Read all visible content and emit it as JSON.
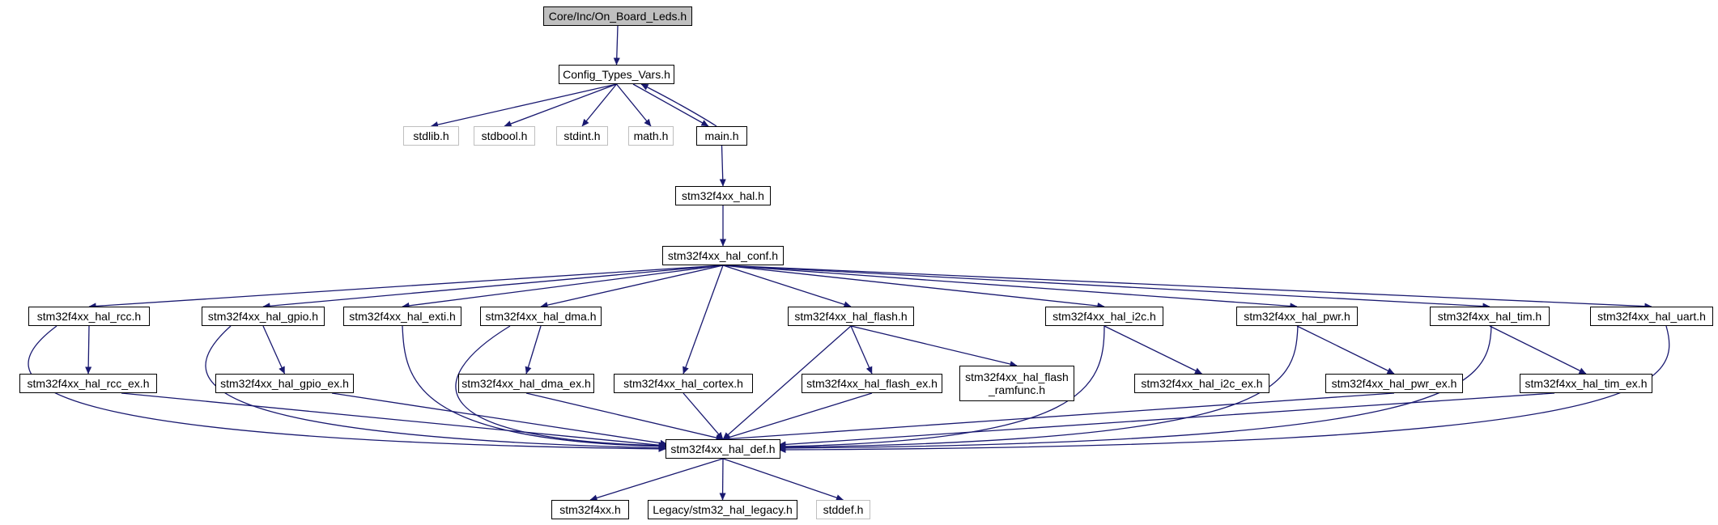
{
  "graph": {
    "colors": {
      "edge": "#191970",
      "node_border": "#000000",
      "external_border": "#bfbfbf",
      "root_fill": "#bfbfbf"
    },
    "nodes": {
      "on_board_leds": {
        "label": "Core/Inc/On_Board_Leds.h",
        "kind": "root"
      },
      "config_types_vars": {
        "label": "Config_Types_Vars.h",
        "kind": "local"
      },
      "stdlib": {
        "label": "stdlib.h",
        "kind": "external"
      },
      "stdbool": {
        "label": "stdbool.h",
        "kind": "external"
      },
      "stdint": {
        "label": "stdint.h",
        "kind": "external"
      },
      "math": {
        "label": "math.h",
        "kind": "external"
      },
      "main": {
        "label": "main.h",
        "kind": "local"
      },
      "hal": {
        "label": "stm32f4xx_hal.h",
        "kind": "local"
      },
      "hal_conf": {
        "label": "stm32f4xx_hal_conf.h",
        "kind": "local"
      },
      "hal_rcc": {
        "label": "stm32f4xx_hal_rcc.h",
        "kind": "local"
      },
      "hal_gpio": {
        "label": "stm32f4xx_hal_gpio.h",
        "kind": "local"
      },
      "hal_exti": {
        "label": "stm32f4xx_hal_exti.h",
        "kind": "local"
      },
      "hal_dma": {
        "label": "stm32f4xx_hal_dma.h",
        "kind": "local"
      },
      "hal_flash": {
        "label": "stm32f4xx_hal_flash.h",
        "kind": "local"
      },
      "hal_i2c": {
        "label": "stm32f4xx_hal_i2c.h",
        "kind": "local"
      },
      "hal_pwr": {
        "label": "stm32f4xx_hal_pwr.h",
        "kind": "local"
      },
      "hal_tim": {
        "label": "stm32f4xx_hal_tim.h",
        "kind": "local"
      },
      "hal_uart": {
        "label": "stm32f4xx_hal_uart.h",
        "kind": "local"
      },
      "hal_rcc_ex": {
        "label": "stm32f4xx_hal_rcc_ex.h",
        "kind": "local"
      },
      "hal_gpio_ex": {
        "label": "stm32f4xx_hal_gpio_ex.h",
        "kind": "local"
      },
      "hal_dma_ex": {
        "label": "stm32f4xx_hal_dma_ex.h",
        "kind": "local"
      },
      "hal_cortex": {
        "label": "stm32f4xx_hal_cortex.h",
        "kind": "local"
      },
      "hal_flash_ex": {
        "label": "stm32f4xx_hal_flash_ex.h",
        "kind": "local"
      },
      "hal_flash_ramfunc": {
        "label": "stm32f4xx_hal_flash\n_ramfunc.h",
        "kind": "local"
      },
      "hal_i2c_ex": {
        "label": "stm32f4xx_hal_i2c_ex.h",
        "kind": "local"
      },
      "hal_pwr_ex": {
        "label": "stm32f4xx_hal_pwr_ex.h",
        "kind": "local"
      },
      "hal_tim_ex": {
        "label": "stm32f4xx_hal_tim_ex.h",
        "kind": "local"
      },
      "hal_def": {
        "label": "stm32f4xx_hal_def.h",
        "kind": "local"
      },
      "stm32f4xx": {
        "label": "stm32f4xx.h",
        "kind": "local"
      },
      "legacy": {
        "label": "Legacy/stm32_hal_legacy.h",
        "kind": "local"
      },
      "stddef": {
        "label": "stddef.h",
        "kind": "external"
      }
    },
    "edges": [
      [
        "on_board_leds",
        "config_types_vars"
      ],
      [
        "config_types_vars",
        "stdlib"
      ],
      [
        "config_types_vars",
        "stdbool"
      ],
      [
        "config_types_vars",
        "stdint"
      ],
      [
        "config_types_vars",
        "math"
      ],
      [
        "config_types_vars",
        "main"
      ],
      [
        "main",
        "config_types_vars"
      ],
      [
        "main",
        "hal"
      ],
      [
        "hal",
        "hal_conf"
      ],
      [
        "hal_conf",
        "hal_rcc"
      ],
      [
        "hal_conf",
        "hal_gpio"
      ],
      [
        "hal_conf",
        "hal_exti"
      ],
      [
        "hal_conf",
        "hal_dma"
      ],
      [
        "hal_conf",
        "hal_cortex"
      ],
      [
        "hal_conf",
        "hal_flash"
      ],
      [
        "hal_conf",
        "hal_i2c"
      ],
      [
        "hal_conf",
        "hal_pwr"
      ],
      [
        "hal_conf",
        "hal_tim"
      ],
      [
        "hal_conf",
        "hal_uart"
      ],
      [
        "hal_rcc",
        "hal_rcc_ex"
      ],
      [
        "hal_rcc",
        "hal_def"
      ],
      [
        "hal_rcc_ex",
        "hal_def"
      ],
      [
        "hal_gpio",
        "hal_gpio_ex"
      ],
      [
        "hal_gpio",
        "hal_def"
      ],
      [
        "hal_gpio_ex",
        "hal_def"
      ],
      [
        "hal_exti",
        "hal_def"
      ],
      [
        "hal_dma",
        "hal_dma_ex"
      ],
      [
        "hal_dma",
        "hal_def"
      ],
      [
        "hal_dma_ex",
        "hal_def"
      ],
      [
        "hal_cortex",
        "hal_def"
      ],
      [
        "hal_flash",
        "hal_flash_ex"
      ],
      [
        "hal_flash",
        "hal_flash_ramfunc"
      ],
      [
        "hal_flash",
        "hal_def"
      ],
      [
        "hal_flash_ex",
        "hal_def"
      ],
      [
        "hal_i2c",
        "hal_i2c_ex"
      ],
      [
        "hal_i2c",
        "hal_def"
      ],
      [
        "hal_pwr",
        "hal_pwr_ex"
      ],
      [
        "hal_pwr",
        "hal_def"
      ],
      [
        "hal_pwr_ex",
        "hal_def"
      ],
      [
        "hal_tim",
        "hal_tim_ex"
      ],
      [
        "hal_tim",
        "hal_def"
      ],
      [
        "hal_tim_ex",
        "hal_def"
      ],
      [
        "hal_uart",
        "hal_def"
      ],
      [
        "hal_def",
        "stm32f4xx"
      ],
      [
        "hal_def",
        "legacy"
      ],
      [
        "hal_def",
        "stddef"
      ]
    ]
  }
}
